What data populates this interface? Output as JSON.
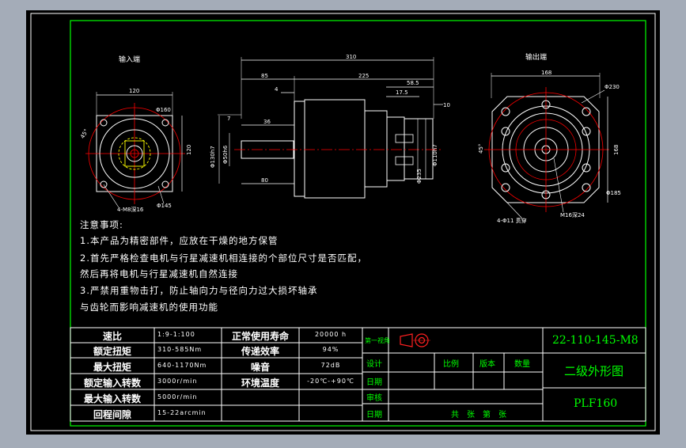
{
  "colors": {
    "app_background": "#a4acb8",
    "sheet": "#000000",
    "frame_line": "#ffffff",
    "inner_border": "#00ff00",
    "outline": "#ffffff",
    "dimension": "#ffffff",
    "centerline": "#ff0000",
    "hidden": "#ffff00",
    "title_block_text": "#00ff00",
    "symbol": "#ff2020"
  },
  "views": {
    "input_end_label": "输入端",
    "output_end_label": "输出端"
  },
  "input_dims": {
    "width_top": "120",
    "pcd": "Φ160",
    "angle": "45°",
    "height_right": "120",
    "holes": "4-M8深16",
    "circle": "Φ145"
  },
  "side_dims": {
    "overall_length": "310",
    "d85": "85",
    "d225": "225",
    "d4": "4",
    "d58_5": "58.5",
    "d17_5": "17.5",
    "d10": "10",
    "d7": "7",
    "d36": "36",
    "d80": "80",
    "dia_left_a": "Φ130h7",
    "dia_left_b": "Φ50h6",
    "dia_right_a": "Φ110h7",
    "dia_right_b": "Φ235"
  },
  "output_dims": {
    "width_top": "168",
    "pcd": "Φ230",
    "angle": "45°",
    "height_right": "168",
    "holes_thru": "4-Φ11 贯穿",
    "tapped": "M16深24",
    "circle": "Φ185"
  },
  "notes": [
    "注意事项:",
    "1.本产品为精密部件，应放在干燥的地方保管",
    "2.首先严格检查电机与行星减速机相连接的个部位尺寸是否匹配，",
    "然后再将电机与行星减速机自然连接",
    "3.严禁用重物击打，防止轴向力与径向力过大损坏轴承",
    "与齿轮而影响减速机的使用功能"
  ],
  "specs": [
    {
      "label": "速比",
      "value": "1:9-1:100",
      "label2": "正常使用寿命",
      "value2": "20000 h"
    },
    {
      "label": "额定扭矩",
      "value": "310-585Nm",
      "label2": "传递效率",
      "value2": "94%"
    },
    {
      "label": "最大扭矩",
      "value": "640-1170Nm",
      "label2": "噪音",
      "value2": "72dB"
    },
    {
      "label": "额定输入转数",
      "value": "3000r/min",
      "label2": "环境温度",
      "value2": "-20℃-+90℃"
    },
    {
      "label": "最大输入转数",
      "value": "5000r/min",
      "label2": "",
      "value2": ""
    },
    {
      "label": "回程间隙",
      "value": "15-22arcmin",
      "label2": "",
      "value2": ""
    }
  ],
  "title_block": {
    "projection_label": "第一视角",
    "design": "设计",
    "date1": "日期",
    "review": "审核",
    "date2": "日期",
    "scale": "比例",
    "version": "版本",
    "quantity": "数量",
    "sheets": "共　张　第　张",
    "code": "22-110-145-M8",
    "title": "二级外形图",
    "model": "PLF160"
  }
}
